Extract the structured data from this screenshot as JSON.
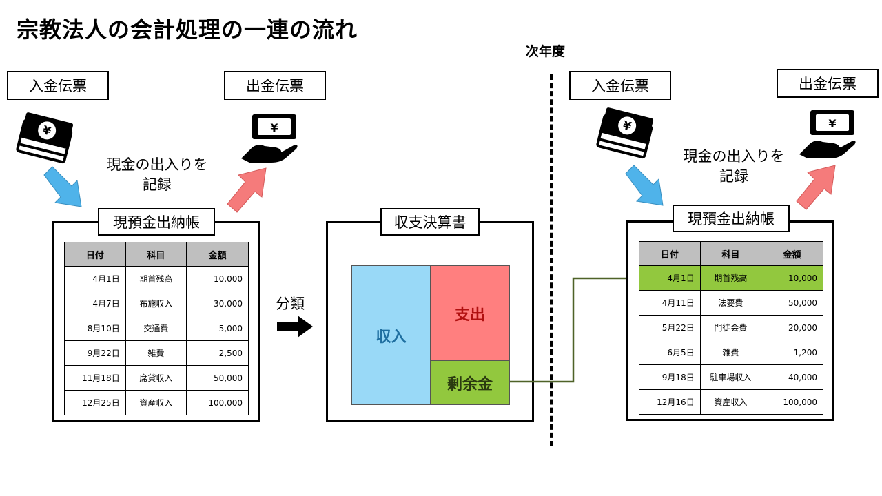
{
  "title": "宗教法人の会計処理の一連の流れ",
  "next_year_label": "次年度",
  "left": {
    "income_slip": "入金伝票",
    "expense_slip": "出金伝票",
    "note_line1": "現金の出入りを",
    "note_line2": "記録",
    "ledger_title": "現預金出納帳",
    "headers": [
      "日付",
      "科目",
      "金額"
    ],
    "rows": [
      {
        "date": "4月1日",
        "item": "期首残高",
        "amount": "10,000"
      },
      {
        "date": "4月7日",
        "item": "布施収入",
        "amount": "30,000"
      },
      {
        "date": "8月10日",
        "item": "交通費",
        "amount": "5,000"
      },
      {
        "date": "9月22日",
        "item": "雑費",
        "amount": "2,500"
      },
      {
        "date": "11月18日",
        "item": "席貸収入",
        "amount": "50,000"
      },
      {
        "date": "12月25日",
        "item": "資産収入",
        "amount": "100,000"
      }
    ]
  },
  "classify_label": "分類",
  "statement": {
    "title": "収支決算書",
    "income": "収入",
    "expense": "支出",
    "surplus": "剰余金"
  },
  "right": {
    "income_slip": "入金伝票",
    "expense_slip": "出金伝票",
    "note_line1": "現金の出入りを",
    "note_line2": "記録",
    "ledger_title": "現預金出納帳",
    "headers": [
      "日付",
      "科目",
      "金額"
    ],
    "rows": [
      {
        "date": "4月1日",
        "item": "期首残高",
        "amount": "10,000"
      },
      {
        "date": "4月11日",
        "item": "法要費",
        "amount": "50,000"
      },
      {
        "date": "5月22日",
        "item": "門徒会費",
        "amount": "20,000"
      },
      {
        "date": "6月5日",
        "item": "雑費",
        "amount": "1,200"
      },
      {
        "date": "9月18日",
        "item": "駐車場収入",
        "amount": "40,000"
      },
      {
        "date": "12月16日",
        "item": "資産収入",
        "amount": "100,000"
      }
    ]
  },
  "icons": {
    "money": "yen-bills-icon",
    "hand": "hand-receiving-yen-icon",
    "arrow": "right-arrow-icon"
  },
  "colors": {
    "income_blue": "#99d9f7",
    "expense_red": "#ff7f7f",
    "surplus_green": "#92c83e",
    "arrow_blue": "#4fb3ea",
    "arrow_red": "#f57b7b",
    "connector": "#4f6228",
    "header_gray": "#bfbfbf"
  }
}
